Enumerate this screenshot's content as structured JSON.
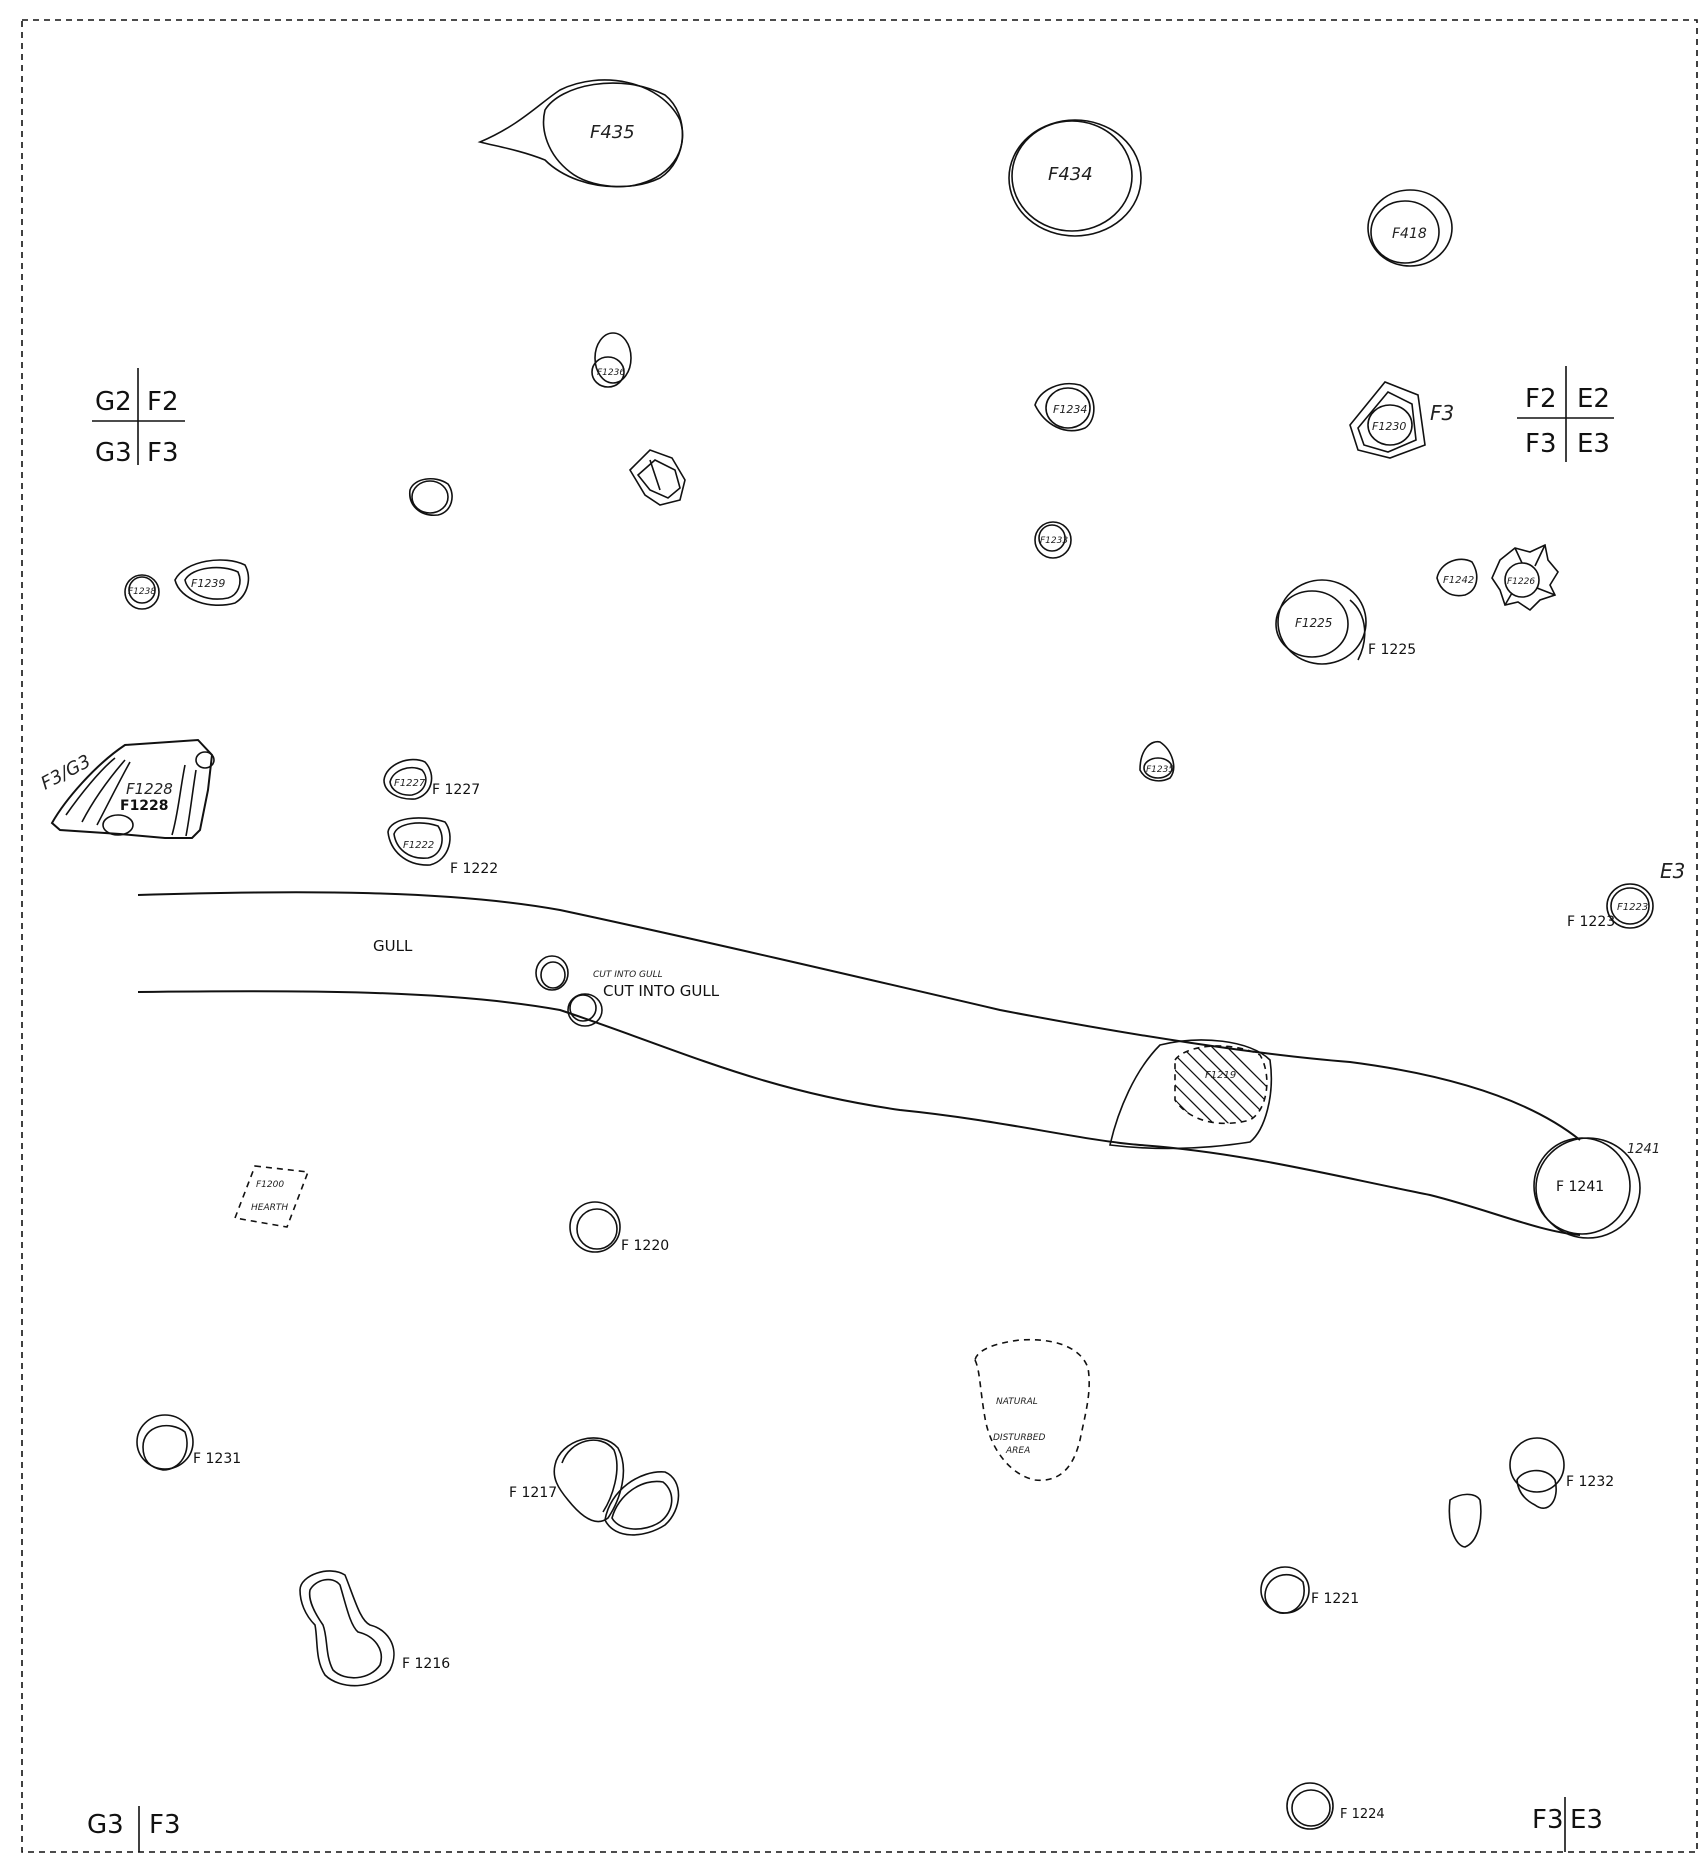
{
  "grid_refs": {
    "top_left": {
      "nw": "G2",
      "ne": "F2",
      "sw": "G3",
      "se": "F3"
    },
    "top_right": {
      "nw": "F2",
      "ne": "E2",
      "sw": "F3",
      "se": "E3"
    },
    "bottom_left": {
      "w": "G3",
      "e": "F3"
    },
    "bottom_right": {
      "w": "F3",
      "e": "E3"
    }
  },
  "features": {
    "f435": "F435",
    "f434": "F434",
    "f418": "F418",
    "f1236": "F1236",
    "f1234": "F1234",
    "f1230": "F1230",
    "f1230_side": "F3",
    "f1233": "F1233",
    "f1238": "F1238",
    "f1239": "F1239",
    "f1242": "F1242",
    "f1226": "F1226",
    "f1225_inner": "F1225",
    "f1225": "F 1225",
    "f1235": "F1235",
    "f1228_side": "F3/G3",
    "f1228_hand": "F1228",
    "f1228": "F1228",
    "f1227_inner": "F1227",
    "f1227": "F 1227",
    "f1222_inner": "F1222",
    "f1222": "F 1222",
    "e3_mark": "E3",
    "f1223_inner": "F1223",
    "f1223": "F 1223",
    "gull": "GULL",
    "cut_hand": "CUT INTO GULL",
    "cut": "CUT INTO GULL",
    "f1219": "F1219",
    "f1241_top": "1241",
    "f1241": "F 1241",
    "hearth_id": "F1200",
    "hearth": "HEARTH",
    "f1220": "F 1220",
    "natural_1": "NATURAL",
    "natural_2": "DISTURBED",
    "natural_3": "AREA",
    "f1231": "F 1231",
    "f1217": "F 1217",
    "f1232": "F 1232",
    "f1221": "F 1221",
    "f1216": "F 1216",
    "f1224": "F 1224"
  }
}
